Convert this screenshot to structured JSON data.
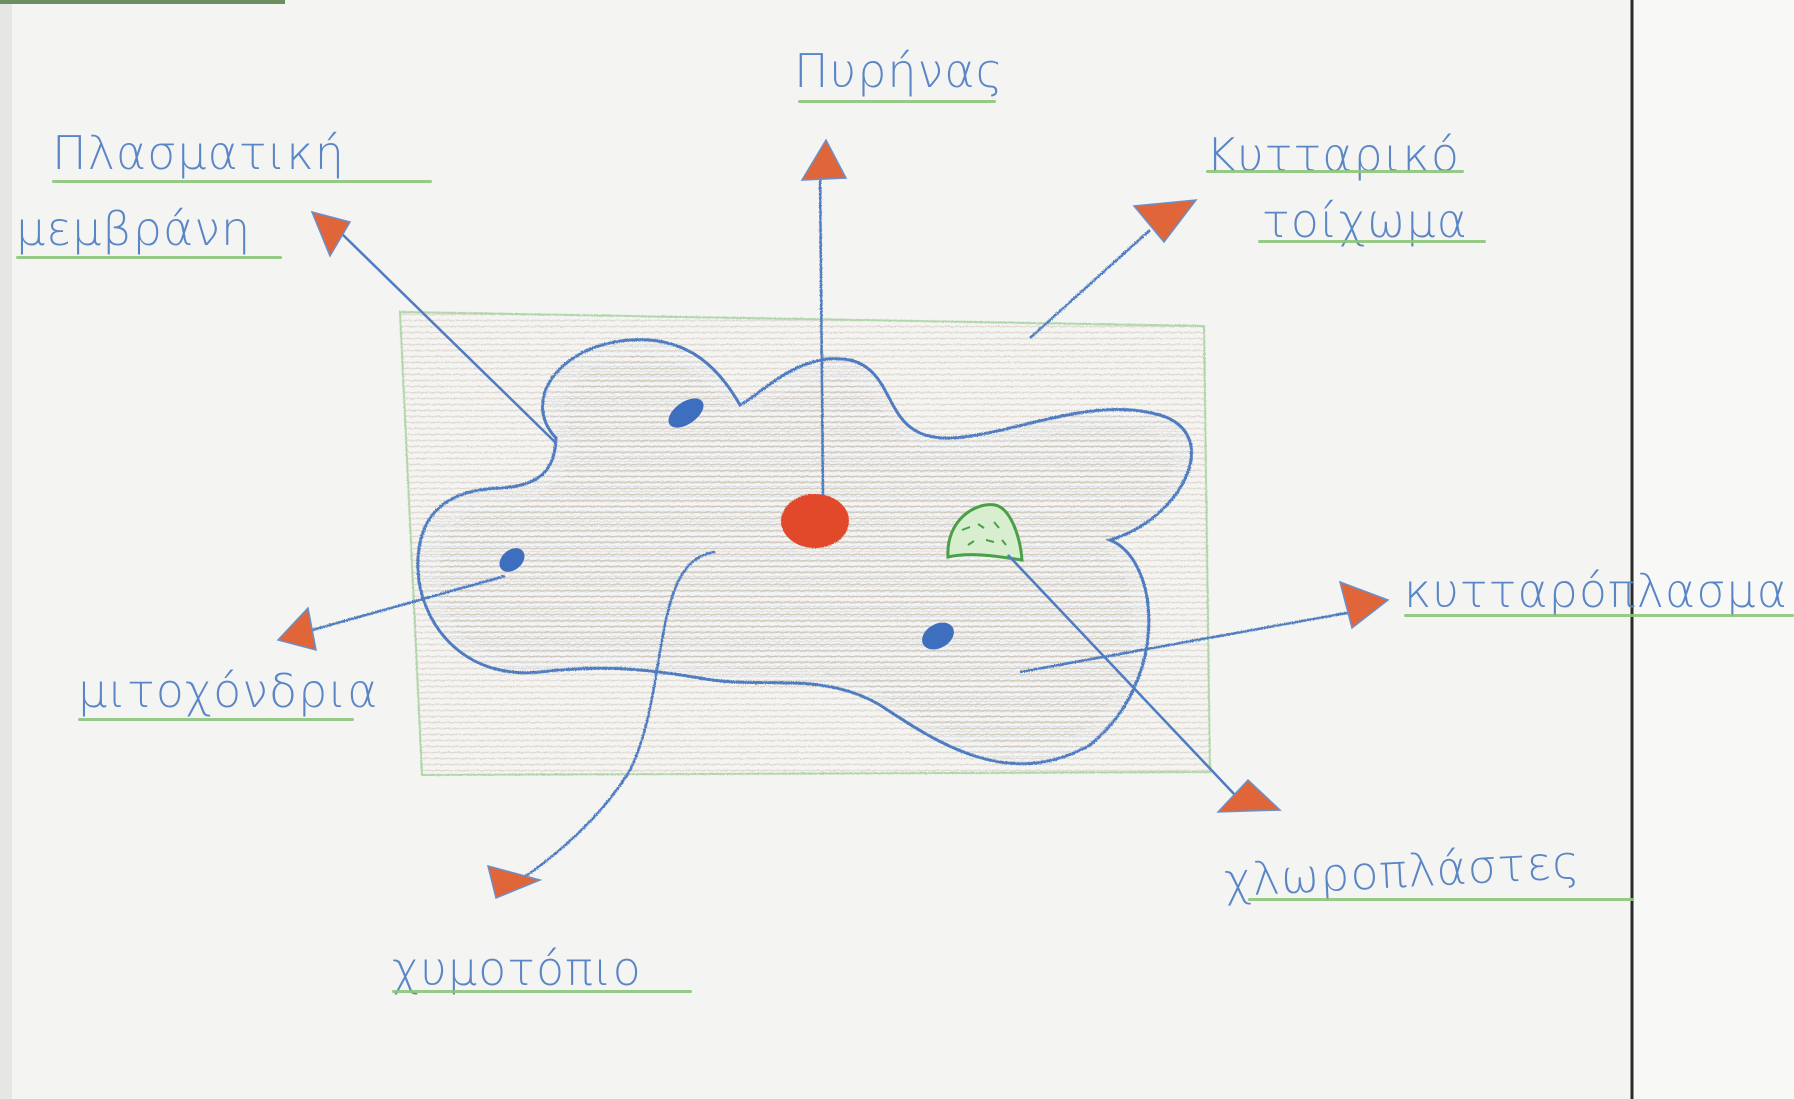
{
  "diagram": {
    "labels": {
      "nucleus": "Πυρήνας",
      "membrane_line1": "Πλασματική",
      "membrane_line2": "μεμβράνη",
      "wall_line1": "Κυτταρικό",
      "wall_line2": "τοίχωμα",
      "mitochondria": "μιτοχόνδρια",
      "cytoplasm": "κυτταρόπλασμα",
      "chloroplasts": "χλωροπλάστες",
      "vacuole": "χυμοτόπιο"
    },
    "colors": {
      "paper": "#f4f4f2",
      "pencil_blue": "#5b86c6",
      "pencil_orange": "#e0663a",
      "pencil_green": "#7fbf6a",
      "nucleus_red": "#e2492b",
      "organelle_blue": "#3e6fbf"
    }
  }
}
